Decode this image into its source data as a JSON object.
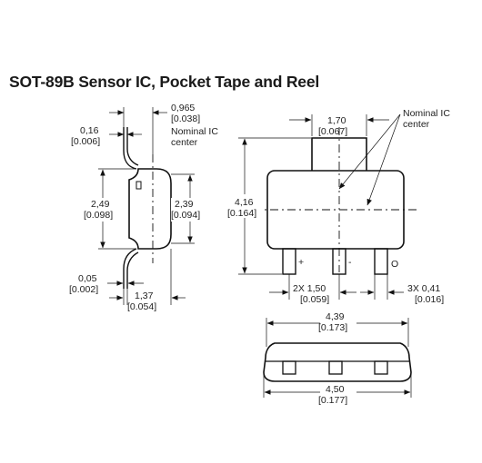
{
  "title": "SOT-89B Sensor IC, Pocket Tape and Reel",
  "side_view": {
    "dim_top_width": {
      "mm": "0,965",
      "inch": "[0.038]"
    },
    "dim_lead_thickness": {
      "mm": "0,16",
      "inch": "[0.006]"
    },
    "note": {
      "line1": "Nominal IC",
      "line2": "center"
    },
    "dim_left_height": {
      "mm": "2,49",
      "inch": "[0.098]"
    },
    "dim_right_height": {
      "mm": "2,39",
      "inch": "[0.094]"
    },
    "dim_standoff": {
      "mm": "0,05",
      "inch": "[0.002]"
    },
    "dim_bottom_width": {
      "mm": "1,37",
      "inch": "[0.054]"
    }
  },
  "top_view": {
    "dim_tab_width": {
      "mm": "1,70",
      "inch": "[0.067]"
    },
    "note": {
      "line1": "Nominal IC",
      "line2": "center"
    },
    "dim_height": {
      "mm": "4,16",
      "inch": "[0.164]"
    },
    "pin_marks": {
      "plus": "+",
      "minus": "-",
      "out": "O"
    },
    "dim_pitch": {
      "mm": "2X 1,50",
      "inch": "[0.059]"
    },
    "dim_lead_width": {
      "mm": "3X 0,41",
      "inch": "[0.016]"
    }
  },
  "bottom_view": {
    "dim_top_width": {
      "mm": "4,39",
      "inch": "[0.173]"
    },
    "dim_bottom_width": {
      "mm": "4,50",
      "inch": "[0.177]"
    }
  }
}
